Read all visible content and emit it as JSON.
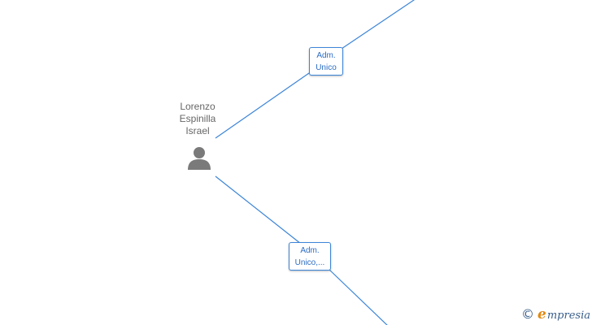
{
  "person": {
    "name_lines": [
      "Lorenzo",
      "Espinilla",
      "Israel"
    ],
    "icon": "person-icon"
  },
  "roles": [
    {
      "lines": [
        "Adm.",
        "Unico"
      ]
    },
    {
      "lines": [
        "Adm.",
        "Unico,..."
      ]
    }
  ],
  "watermark": {
    "copyright_symbol": "©",
    "brand_initial": "e",
    "brand_rest": "mpresia"
  },
  "colors": {
    "edge": "#3c85d8",
    "role_text": "#2b6cc4",
    "person_text": "#666666",
    "person_icon": "#7a7a7a",
    "brand_accent": "#e08a12",
    "brand_text": "#3a5f8a"
  }
}
